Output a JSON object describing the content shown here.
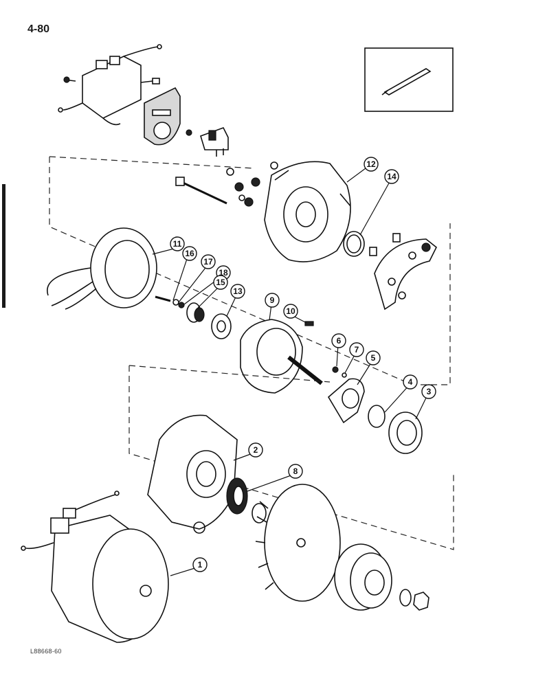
{
  "page": {
    "number": "4-80",
    "figure_code": "L88668-60"
  },
  "callouts": [
    {
      "id": "callout-1",
      "label": "1"
    },
    {
      "id": "callout-2",
      "label": "2"
    },
    {
      "id": "callout-3",
      "label": "3"
    },
    {
      "id": "callout-4",
      "label": "4"
    },
    {
      "id": "callout-5",
      "label": "5"
    },
    {
      "id": "callout-6",
      "label": "6"
    },
    {
      "id": "callout-7",
      "label": "7"
    },
    {
      "id": "callout-8",
      "label": "8"
    },
    {
      "id": "callout-9",
      "label": "9"
    },
    {
      "id": "callout-10",
      "label": "10"
    },
    {
      "id": "callout-11",
      "label": "11"
    },
    {
      "id": "callout-12",
      "label": "12"
    },
    {
      "id": "callout-13",
      "label": "13"
    },
    {
      "id": "callout-14",
      "label": "14"
    },
    {
      "id": "callout-15",
      "label": "15"
    },
    {
      "id": "callout-16",
      "label": "16"
    },
    {
      "id": "callout-17",
      "label": "17"
    },
    {
      "id": "callout-18",
      "label": "18"
    }
  ]
}
